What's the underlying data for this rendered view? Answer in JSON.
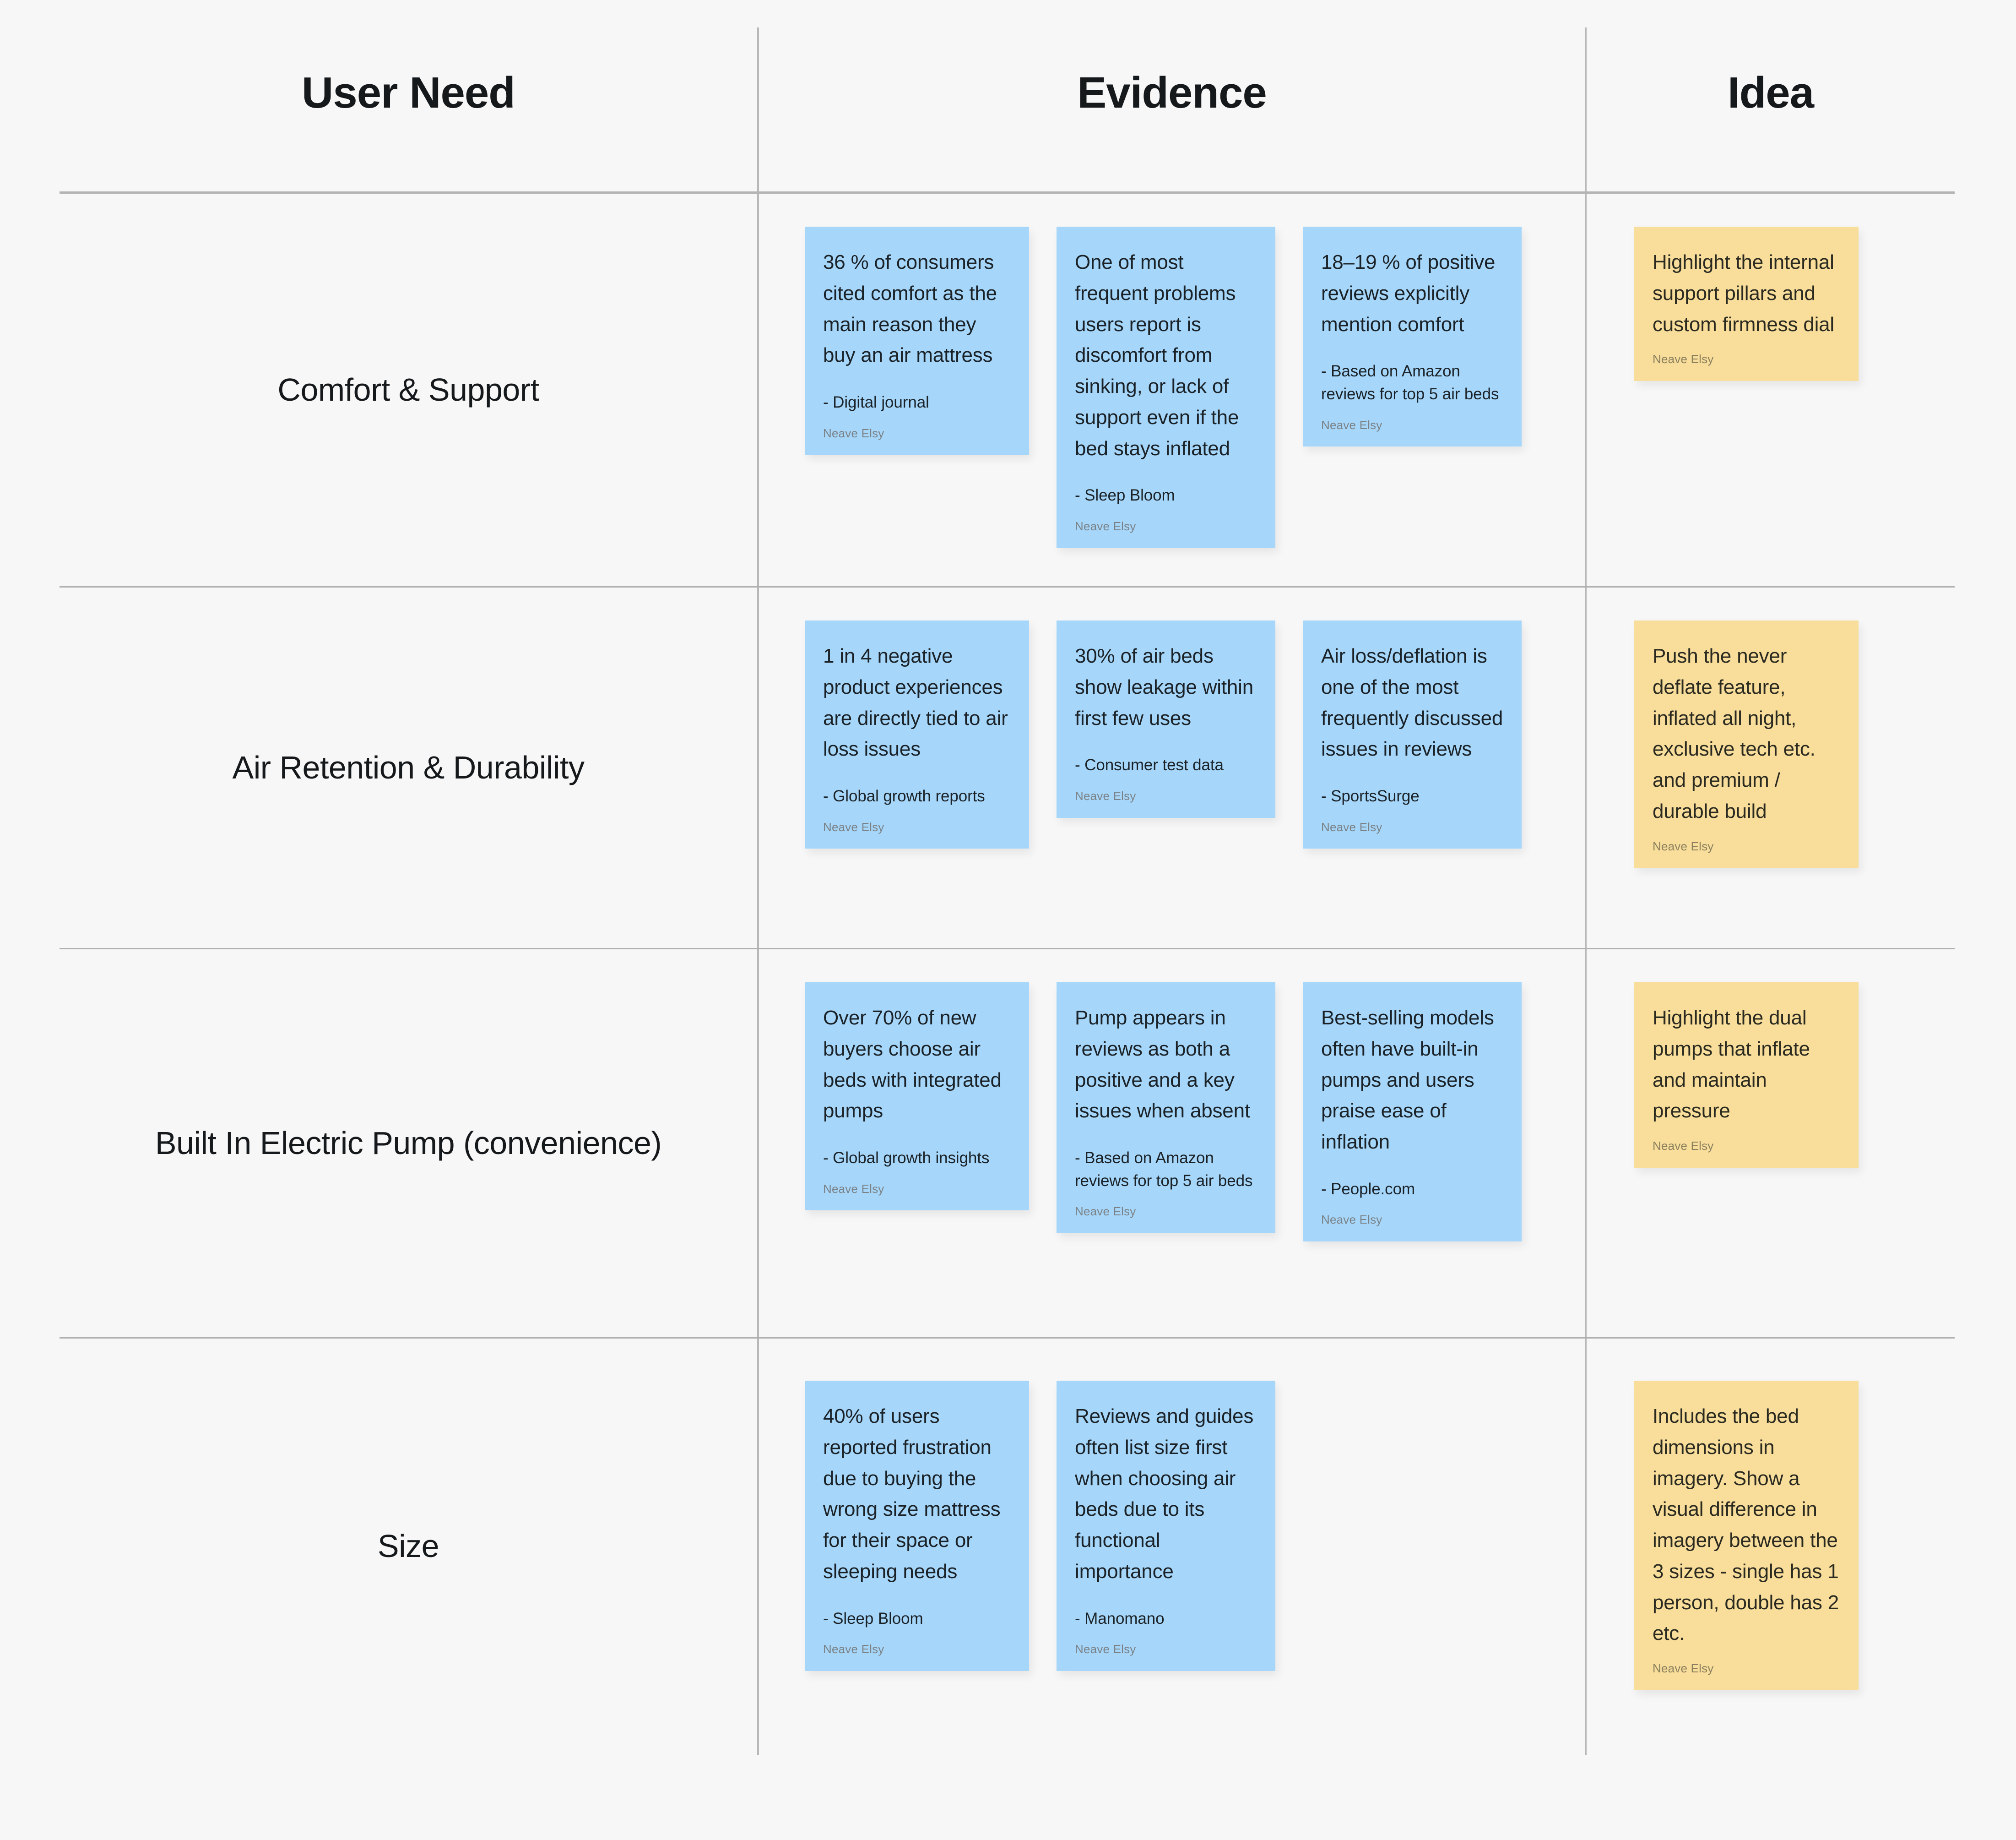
{
  "palette": {
    "page_background": "#f7f7f7",
    "evidence_note": "#a6d7fb",
    "idea_note": "#f8dd9b",
    "grid_line": "#b0b0b0",
    "heading_text": "#16191c",
    "author_text": "#7b8287"
  },
  "columns": {
    "user_need": "User Need",
    "evidence": "Evidence",
    "idea": "Idea"
  },
  "rows": [
    {
      "need": "Comfort & Support",
      "evidence": [
        {
          "body": "36 % of consumers cited comfort as the main reason they buy an air mattress",
          "source": "- Digital journal",
          "author": "Neave Elsy"
        },
        {
          "body": "One of most frequent problems users report is discomfort from sinking, or lack of support even if the bed stays inflated",
          "source": "- Sleep Bloom",
          "author": "Neave Elsy"
        },
        {
          "body": "18–19 % of positive reviews explicitly mention comfort",
          "source": "- Based on Amazon reviews for top 5 air beds",
          "author": "Neave Elsy"
        }
      ],
      "idea": {
        "body": "Highlight the internal support pillars and custom firmness dial",
        "source": "",
        "author": "Neave Elsy"
      }
    },
    {
      "need": "Air Retention & Durability",
      "evidence": [
        {
          "body": "1 in 4 negative product experiences are directly tied to air loss issues",
          "source": "- Global growth reports",
          "author": "Neave Elsy"
        },
        {
          "body": "30% of air beds show leakage within first few uses",
          "source": "- Consumer test data",
          "author": "Neave Elsy"
        },
        {
          "body": "Air loss/deflation is one of the most frequently discussed issues in reviews",
          "source": "- SportsSurge",
          "author": "Neave Elsy"
        }
      ],
      "idea": {
        "body": "Push the never deflate feature, inflated all night, exclusive tech etc. and premium / durable build",
        "source": "",
        "author": "Neave Elsy"
      }
    },
    {
      "need": "Built In Electric Pump (convenience)",
      "evidence": [
        {
          "body": "Over 70% of new buyers choose air beds with integrated pumps",
          "source": "- Global growth insights",
          "author": "Neave Elsy"
        },
        {
          "body": "Pump appears in reviews as both a positive and a key issues when absent",
          "source": "- Based on Amazon reviews for top 5 air beds",
          "author": "Neave Elsy"
        },
        {
          "body": "Best-selling models often have built-in pumps and users praise ease of inflation",
          "source": "- People.com",
          "author": "Neave Elsy"
        }
      ],
      "idea": {
        "body": "Highlight the dual pumps that inflate and maintain pressure",
        "source": "",
        "author": "Neave Elsy"
      }
    },
    {
      "need": "Size",
      "evidence": [
        {
          "body": "40% of users reported frustration due to buying the wrong size mattress for their space or sleeping needs",
          "source": "- Sleep Bloom",
          "author": "Neave Elsy"
        },
        {
          "body": "Reviews and guides often list size first when choosing air beds due to its functional importance",
          "source": "- Manomano",
          "author": "Neave Elsy"
        }
      ],
      "idea": {
        "body": "Includes the bed dimensions in imagery. Show a visual difference in imagery between the 3 sizes - single has 1 person, double has 2 etc.",
        "source": "",
        "author": "Neave Elsy"
      }
    }
  ]
}
